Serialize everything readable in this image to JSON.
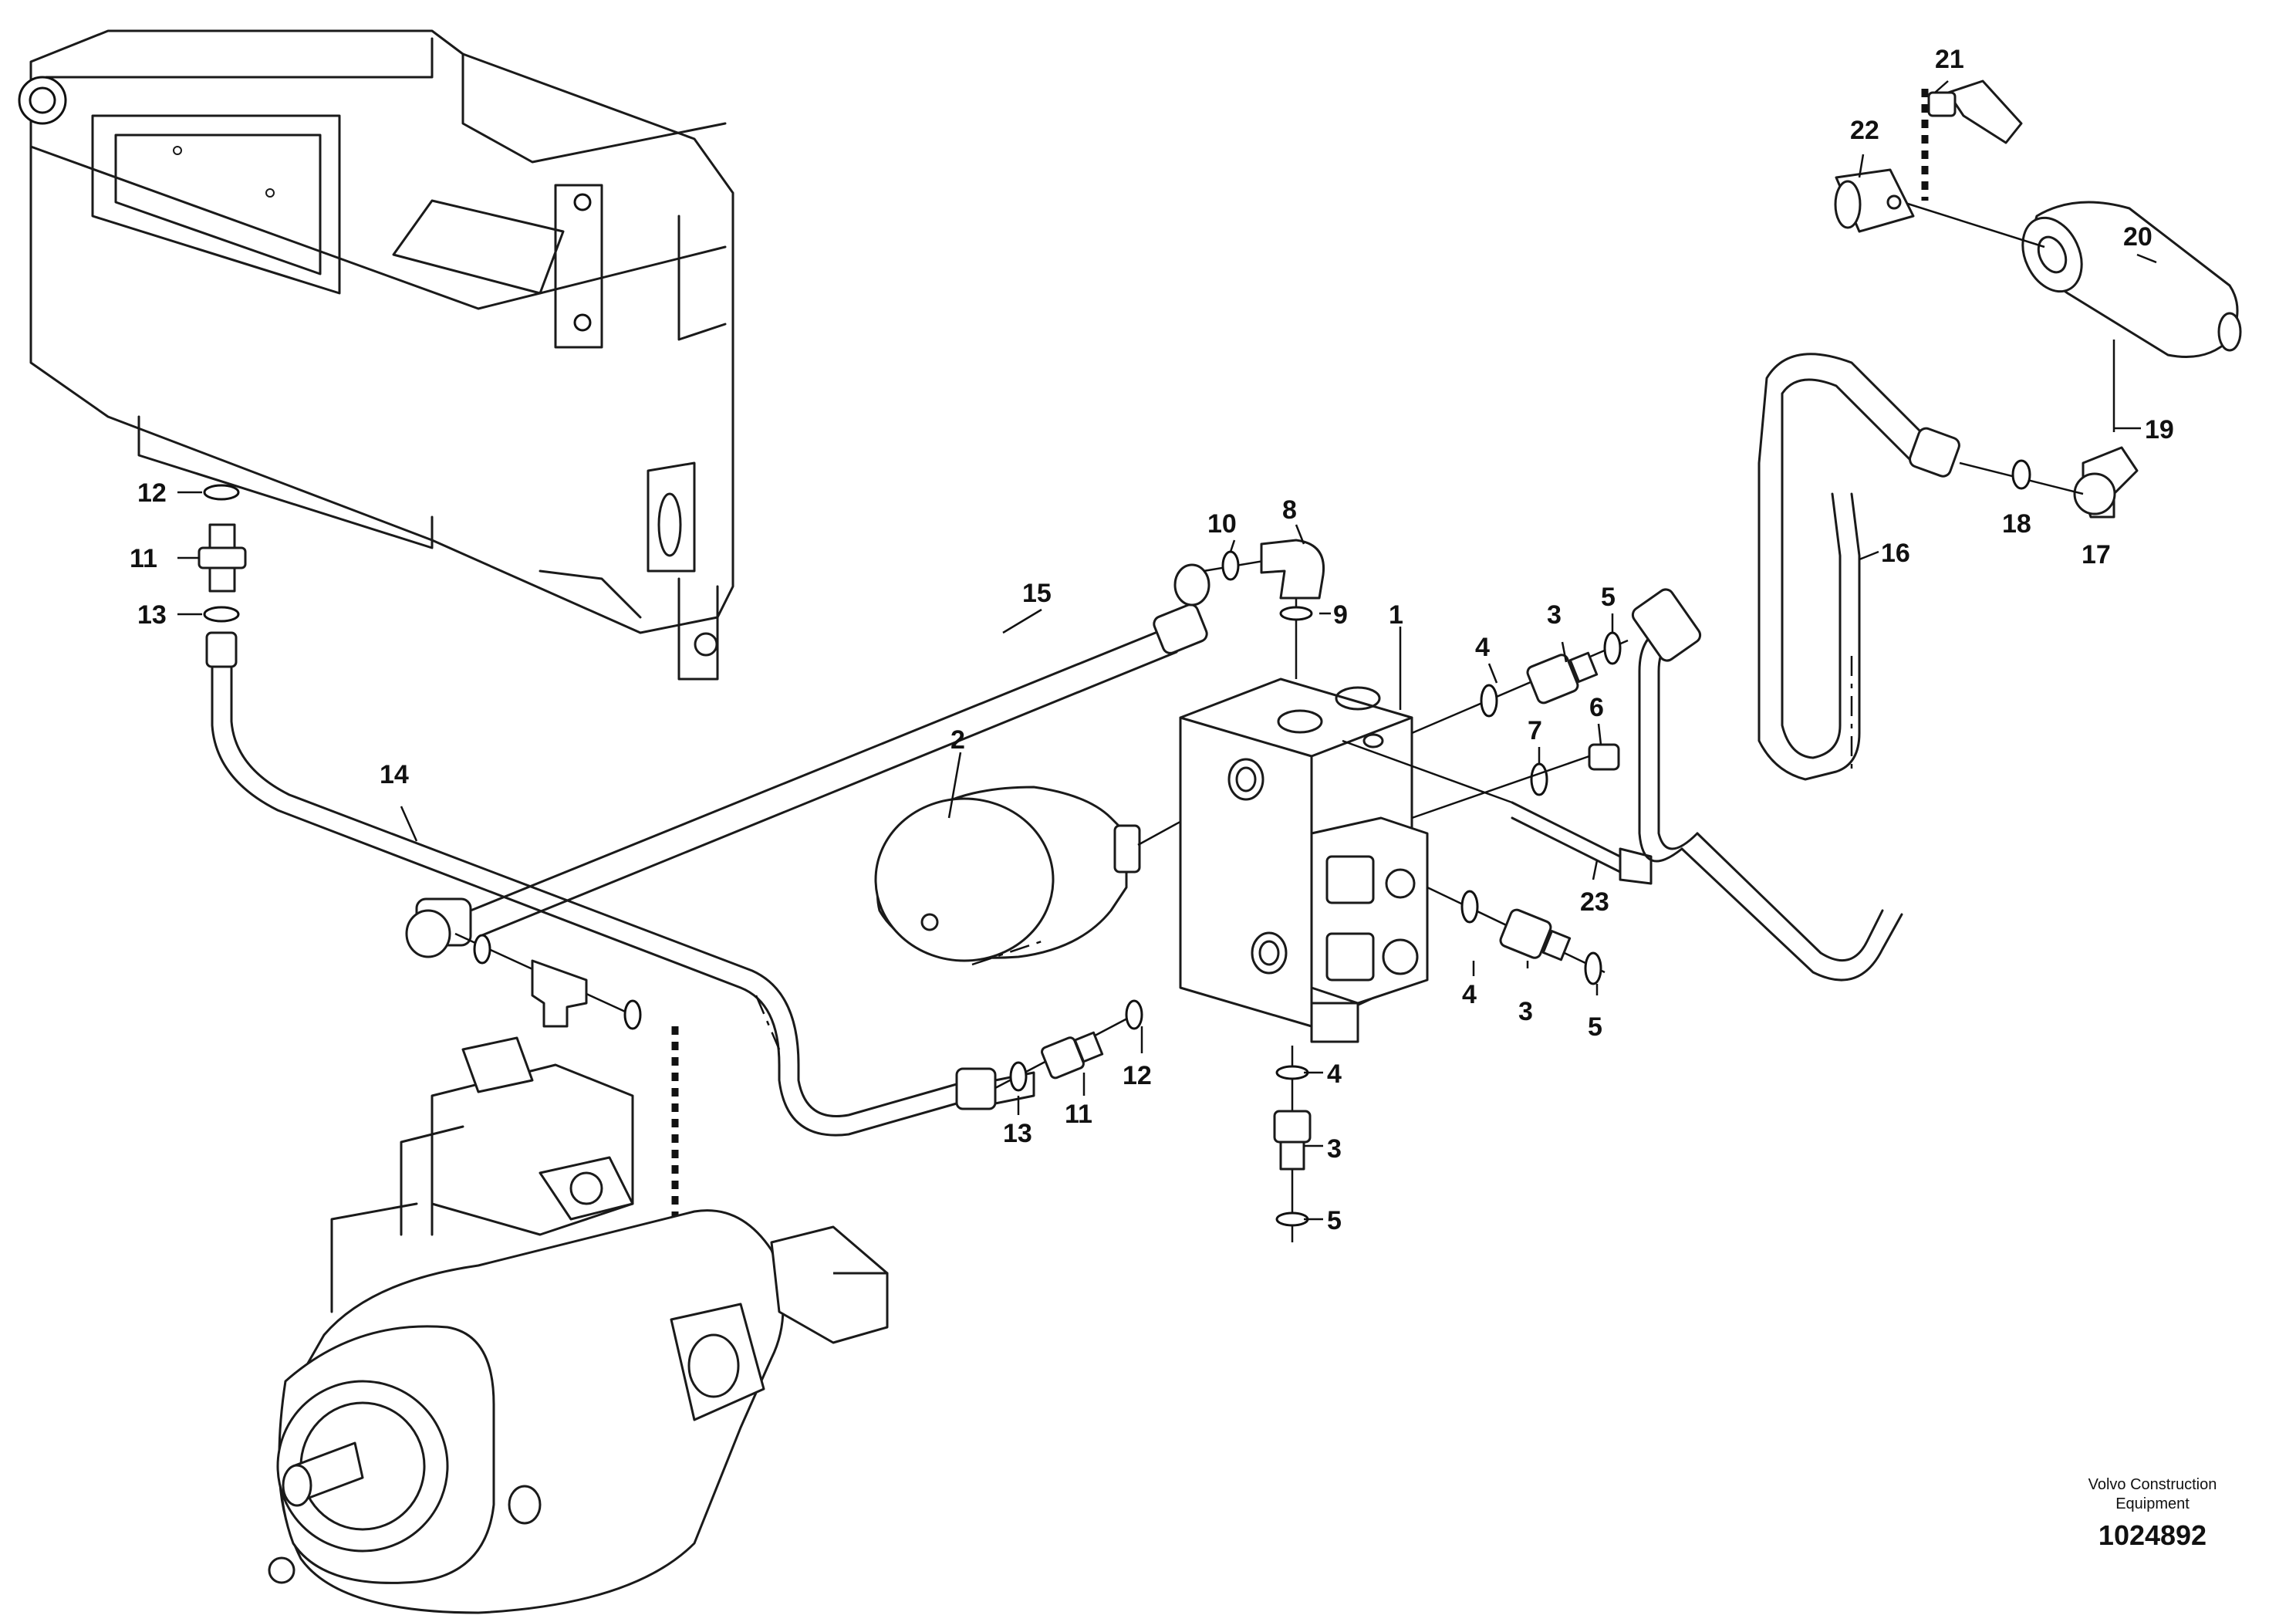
{
  "callouts": [
    {
      "id": "c1",
      "label": "1"
    },
    {
      "id": "c2",
      "label": "2"
    },
    {
      "id": "c3a",
      "label": "3"
    },
    {
      "id": "c3b",
      "label": "3"
    },
    {
      "id": "c3c",
      "label": "3"
    },
    {
      "id": "c4a",
      "label": "4"
    },
    {
      "id": "c4b",
      "label": "4"
    },
    {
      "id": "c4c",
      "label": "4"
    },
    {
      "id": "c5a",
      "label": "5"
    },
    {
      "id": "c5b",
      "label": "5"
    },
    {
      "id": "c5c",
      "label": "5"
    },
    {
      "id": "c6",
      "label": "6"
    },
    {
      "id": "c7",
      "label": "7"
    },
    {
      "id": "c8",
      "label": "8"
    },
    {
      "id": "c9",
      "label": "9"
    },
    {
      "id": "c10",
      "label": "10"
    },
    {
      "id": "c11a",
      "label": "11"
    },
    {
      "id": "c11b",
      "label": "11"
    },
    {
      "id": "c12a",
      "label": "12"
    },
    {
      "id": "c12b",
      "label": "12"
    },
    {
      "id": "c13a",
      "label": "13"
    },
    {
      "id": "c13b",
      "label": "13"
    },
    {
      "id": "c14",
      "label": "14"
    },
    {
      "id": "c15",
      "label": "15"
    },
    {
      "id": "c16",
      "label": "16"
    },
    {
      "id": "c17",
      "label": "17"
    },
    {
      "id": "c18",
      "label": "18"
    },
    {
      "id": "c19",
      "label": "19"
    },
    {
      "id": "c20",
      "label": "20"
    },
    {
      "id": "c21",
      "label": "21"
    },
    {
      "id": "c22",
      "label": "22"
    },
    {
      "id": "c23",
      "label": "23"
    }
  ],
  "footer": {
    "brand_line1": "Volvo Construction",
    "brand_line2": "Equipment",
    "document_number": "1024892"
  }
}
